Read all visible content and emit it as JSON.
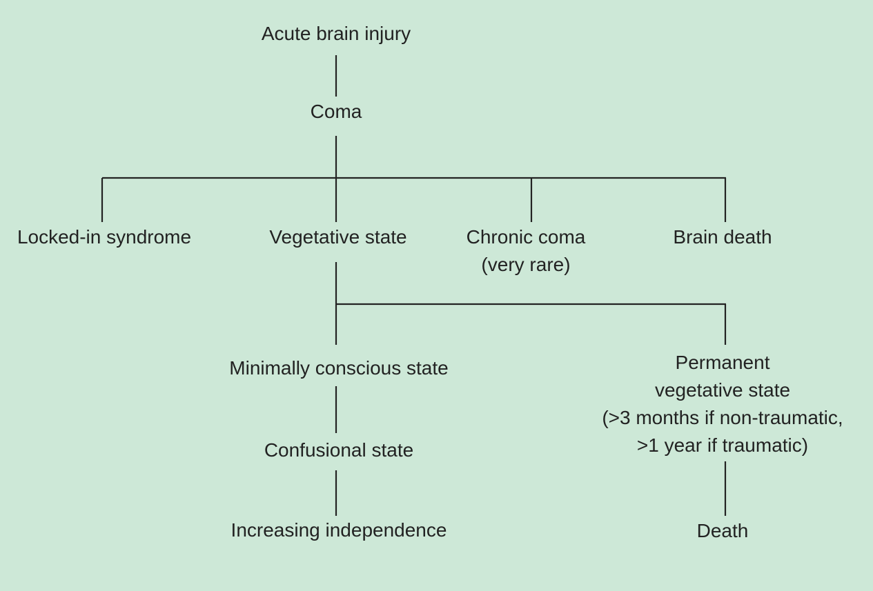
{
  "diagram": {
    "type": "tree",
    "colors": {
      "background": "#cde8d7",
      "ink": "#222222"
    },
    "nodes": [
      {
        "id": "acute-brain-injury",
        "lines": [
          "Acute brain injury"
        ]
      },
      {
        "id": "coma",
        "lines": [
          "Coma"
        ]
      },
      {
        "id": "locked-in-syndrome",
        "lines": [
          "Locked-in syndrome"
        ]
      },
      {
        "id": "vegetative-state",
        "lines": [
          "Vegetative state"
        ]
      },
      {
        "id": "chronic-coma",
        "lines": [
          "Chronic coma",
          "(very rare)"
        ]
      },
      {
        "id": "brain-death",
        "lines": [
          "Brain death"
        ]
      },
      {
        "id": "minimally-conscious-state",
        "lines": [
          "Minimally conscious state"
        ]
      },
      {
        "id": "permanent-vegetative-state",
        "lines": [
          "Permanent",
          "vegetative state",
          "(>3 months if non-traumatic,",
          ">1 year if traumatic)"
        ]
      },
      {
        "id": "confusional-state",
        "lines": [
          "Confusional state"
        ]
      },
      {
        "id": "increasing-independence",
        "lines": [
          "Increasing independence"
        ]
      },
      {
        "id": "death",
        "lines": [
          "Death"
        ]
      }
    ],
    "edges": [
      [
        "acute-brain-injury",
        "coma"
      ],
      [
        "coma",
        "locked-in-syndrome"
      ],
      [
        "coma",
        "vegetative-state"
      ],
      [
        "coma",
        "chronic-coma"
      ],
      [
        "coma",
        "brain-death"
      ],
      [
        "vegetative-state",
        "minimally-conscious-state"
      ],
      [
        "vegetative-state",
        "permanent-vegetative-state"
      ],
      [
        "minimally-conscious-state",
        "confusional-state"
      ],
      [
        "confusional-state",
        "increasing-independence"
      ],
      [
        "permanent-vegetative-state",
        "death"
      ]
    ]
  }
}
